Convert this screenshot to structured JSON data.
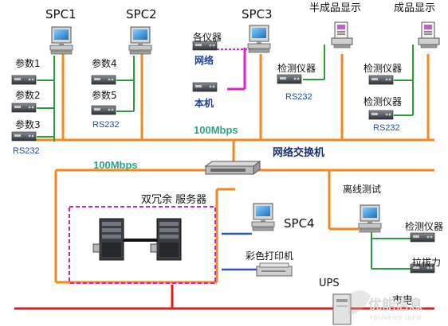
{
  "nodes": {
    "spc1": "SPC1",
    "spc2": "SPC2",
    "spc3": "SPC3",
    "spc4": "SPC4",
    "semi_display": "半成品显示",
    "finished_display": "成品显示",
    "param1": "参数1",
    "param2": "参数2",
    "param3": "参数3",
    "param4": "参数4",
    "param5": "参数5",
    "rs232_a": "RS232",
    "rs232_b": "RS232",
    "rs232_c": "RS232",
    "rs232_d": "RS232",
    "instruments": "各仪器",
    "network_label": "网络",
    "local_label": "本机",
    "detector_a": "检测仪器",
    "detector_b": "检测仪器",
    "detector_c": "检测仪器",
    "detector_d": "检测仪器",
    "speed_top": "100Mbps",
    "speed_bottom": "100Mbps",
    "switch": "网络交换机",
    "redundant_server": "双冗余 服务器",
    "offline_test": "离线测试",
    "color_printer": "彩色打印机",
    "pull_force": "拉拔力",
    "ups": "UPS",
    "mains": "市电"
  },
  "watermark": {
    "cn": "优能信息",
    "en": "YOUNENG INFO"
  },
  "colors": {
    "ethernet": "#f08a1e",
    "serial": "#2e9b3e",
    "magenta": "#e020c8",
    "power": "#d42020",
    "server_box": "#d020c8",
    "blue_link": "#2a58b0"
  }
}
